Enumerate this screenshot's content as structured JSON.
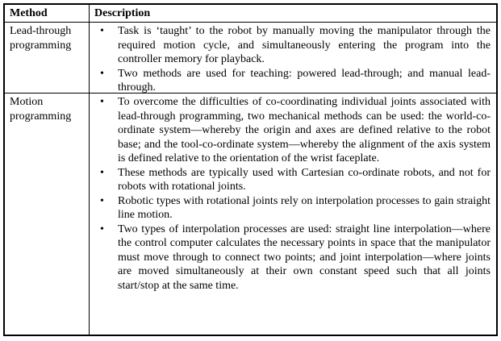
{
  "table": {
    "bullet_glyph": "•",
    "colors": {
      "border": "#000000",
      "text": "#000000",
      "background": "#ffffff"
    },
    "header": {
      "method": "Method",
      "description": "Description"
    },
    "rows": [
      {
        "method": "Lead-through programming",
        "bullets": [
          "Task is ‘taught’ to the robot by manually moving the manipulator through the required motion cycle, and simultaneously entering the program into the controller memory for playback.",
          "Two methods are used for teaching: powered lead-through; and manual lead-through."
        ]
      },
      {
        "method": "Motion programming",
        "bullets": [
          "To overcome the difficulties of co-coordinating individual joints associated with lead-through programming, two mechanical methods can be used: the world-co-ordinate system—whereby the origin and axes are defined relative to the robot base; and the tool-co-ordinate system—whereby the alignment of the axis system is defined relative to the orientation of the wrist faceplate.",
          "These methods are typically used with Cartesian co-ordinate robots, and not for robots with rotational joints.",
          "Robotic types with rotational joints rely on interpolation processes to gain straight line motion.",
          "Two types of interpolation processes are used: straight line interpolation—where the control computer calculates the necessary points in space that the manipulator must move through to connect two points; and joint interpolation—where joints are moved simultaneously at their own constant speed such that all joints start/stop at the same time."
        ]
      }
    ]
  }
}
